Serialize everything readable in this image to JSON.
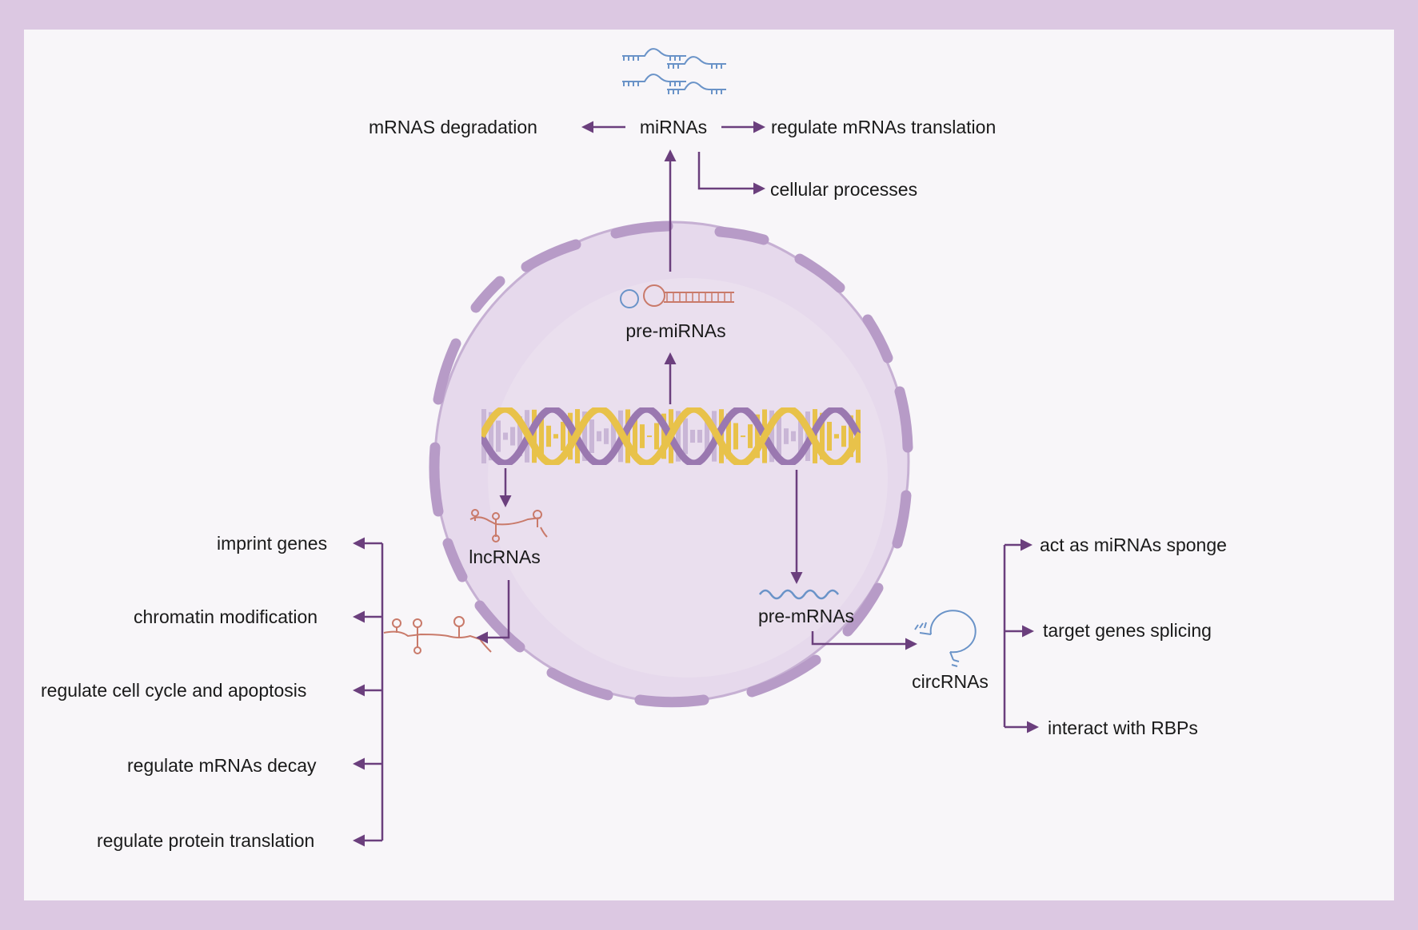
{
  "nodes": {
    "mirnas": "miRNAs",
    "pre_mirnas": "pre-miRNAs",
    "lncrnas": "lncRNAs",
    "pre_mrnas": "pre-mRNAs",
    "circrnas": "circRNAs"
  },
  "mirna_functions": {
    "left": "mRNAS degradation",
    "right": "regulate mRNAs translation",
    "below": "cellular processes"
  },
  "lncrna_functions": [
    "imprint genes",
    "chromatin modification",
    "regulate cell cycle and apoptosis",
    "regulate mRNAs decay",
    "regulate protein translation"
  ],
  "circrna_functions": [
    "act as miRNAs sponge",
    "target genes splicing",
    "interact with RBPs"
  ],
  "colors": {
    "border": "#dcc8e2",
    "background": "#f8f6f9",
    "cell_fill": "#e6d9ec",
    "membrane": "#b79bc7",
    "arrow": "#6b3f7d",
    "dna_gold": "#e8c24a",
    "dna_lavender": "#c9b6d6",
    "dna_purple": "#9a78b0",
    "rna_blue": "#6a93c8",
    "rna_salmon": "#c97a6a"
  }
}
